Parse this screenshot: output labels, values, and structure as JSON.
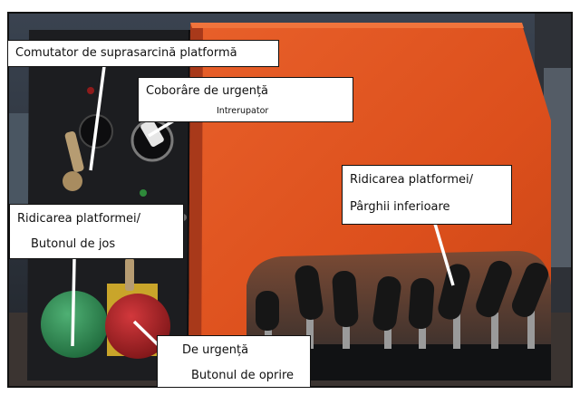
{
  "callouts": {
    "overload_switch": {
      "line1": "Comutator de suprasarcină platformă"
    },
    "emergency_descent": {
      "line1": "Coborâre de urgență",
      "line2": "Intrerupator"
    },
    "lift_levers": {
      "line1": "Ridicarea platformei/",
      "line2": "Pârghii inferioare"
    },
    "lift_button": {
      "line1": "Ridicarea platformei/",
      "line2": "Butonul de jos"
    },
    "emergency_stop": {
      "line1": "De urgență",
      "line2": "Butonul de oprire"
    }
  },
  "colors": {
    "panel_orange": "#e2531f",
    "panel_shadow": "#b23d14",
    "control_panel_black": "#1c1d20",
    "green_button": "#2f8a52",
    "red_button": "#b3262b",
    "lever_black": "#161616",
    "label_background": "#ffffff",
    "leader_line": "#ffffff"
  }
}
